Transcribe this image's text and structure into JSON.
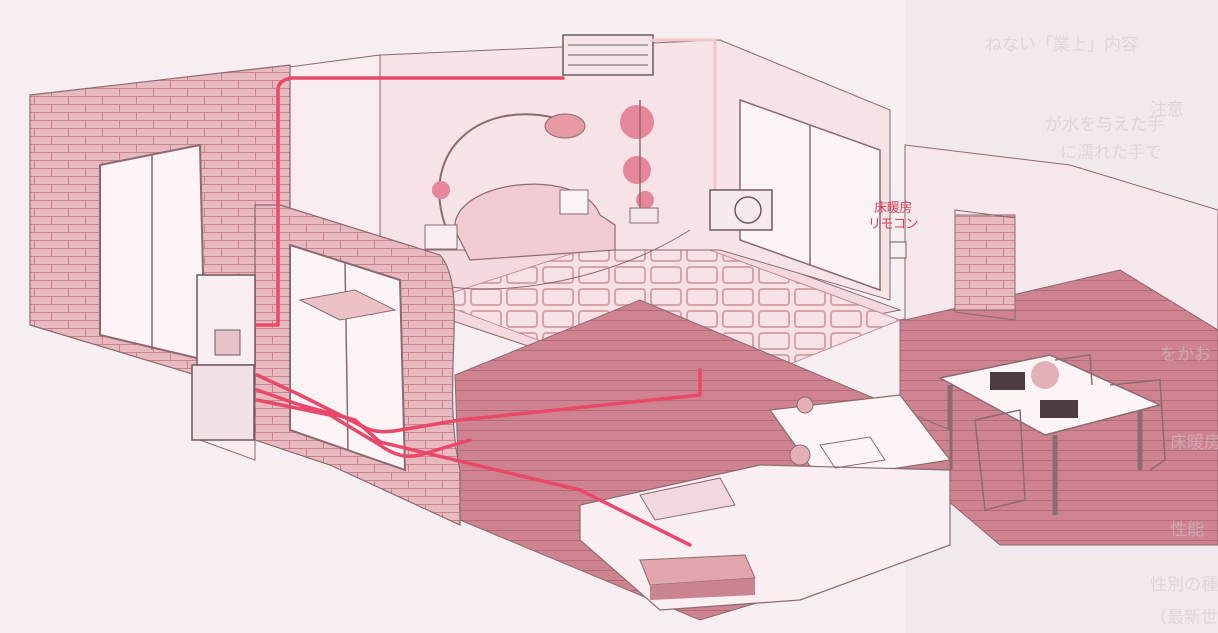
{
  "labels": {
    "floor_heating_remote_line1": "床暖房",
    "floor_heating_remote_line2": "リモコン"
  },
  "bleed_text": [
    "ねない「業上」内容",
    "注意",
    "が水を与えた手",
    "に濡れた手で",
    "をかお",
    "床暖房",
    "性能",
    "性別の種しい場や",
    "（最新世界）"
  ],
  "colors": {
    "pipe": "#e8496a",
    "wall": "#e2a9b1",
    "brick_line": "#c9848f",
    "floor": "#c97a86",
    "floor_light": "#f4dce0",
    "paper": "#f6eef0",
    "outline": "#8a6b70"
  },
  "icons": {
    "heat_source_unit": "water-heater-icon",
    "air_conditioner": "air-conditioner-icon",
    "outdoor_unit": "outdoor-unit-icon"
  }
}
